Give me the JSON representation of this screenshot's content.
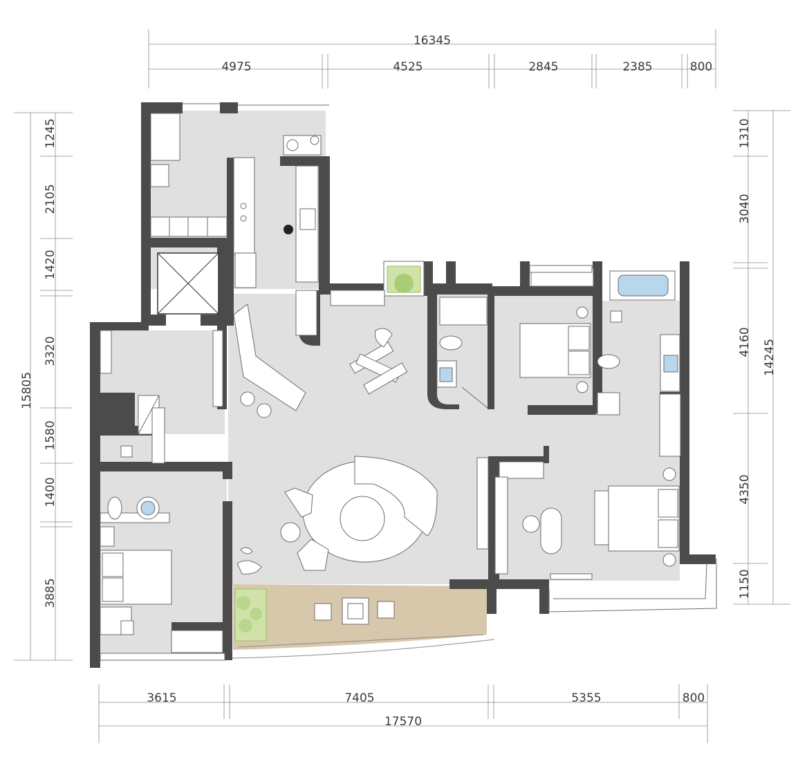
{
  "dimensions": {
    "top_total": "16345",
    "top_segments": [
      "4975",
      "4525",
      "2845",
      "2385",
      "800"
    ],
    "bottom_total": "17570",
    "bottom_segments": [
      "3615",
      "7405",
      "5355",
      "800"
    ],
    "left_total": "15805",
    "left_segments": [
      "1245",
      "2105",
      "1420",
      "3320",
      "1580",
      "1400",
      "3885"
    ],
    "right_total": "14245",
    "right_segments": [
      "1310",
      "3040",
      "4160",
      "4350",
      "1150"
    ]
  },
  "colors": {
    "wall": "#4b4b4b",
    "floor": "#e0e0e0",
    "deck": "#d8c8ab",
    "plant": "#cfe3a8",
    "bath_water": "#b9d7ec"
  }
}
